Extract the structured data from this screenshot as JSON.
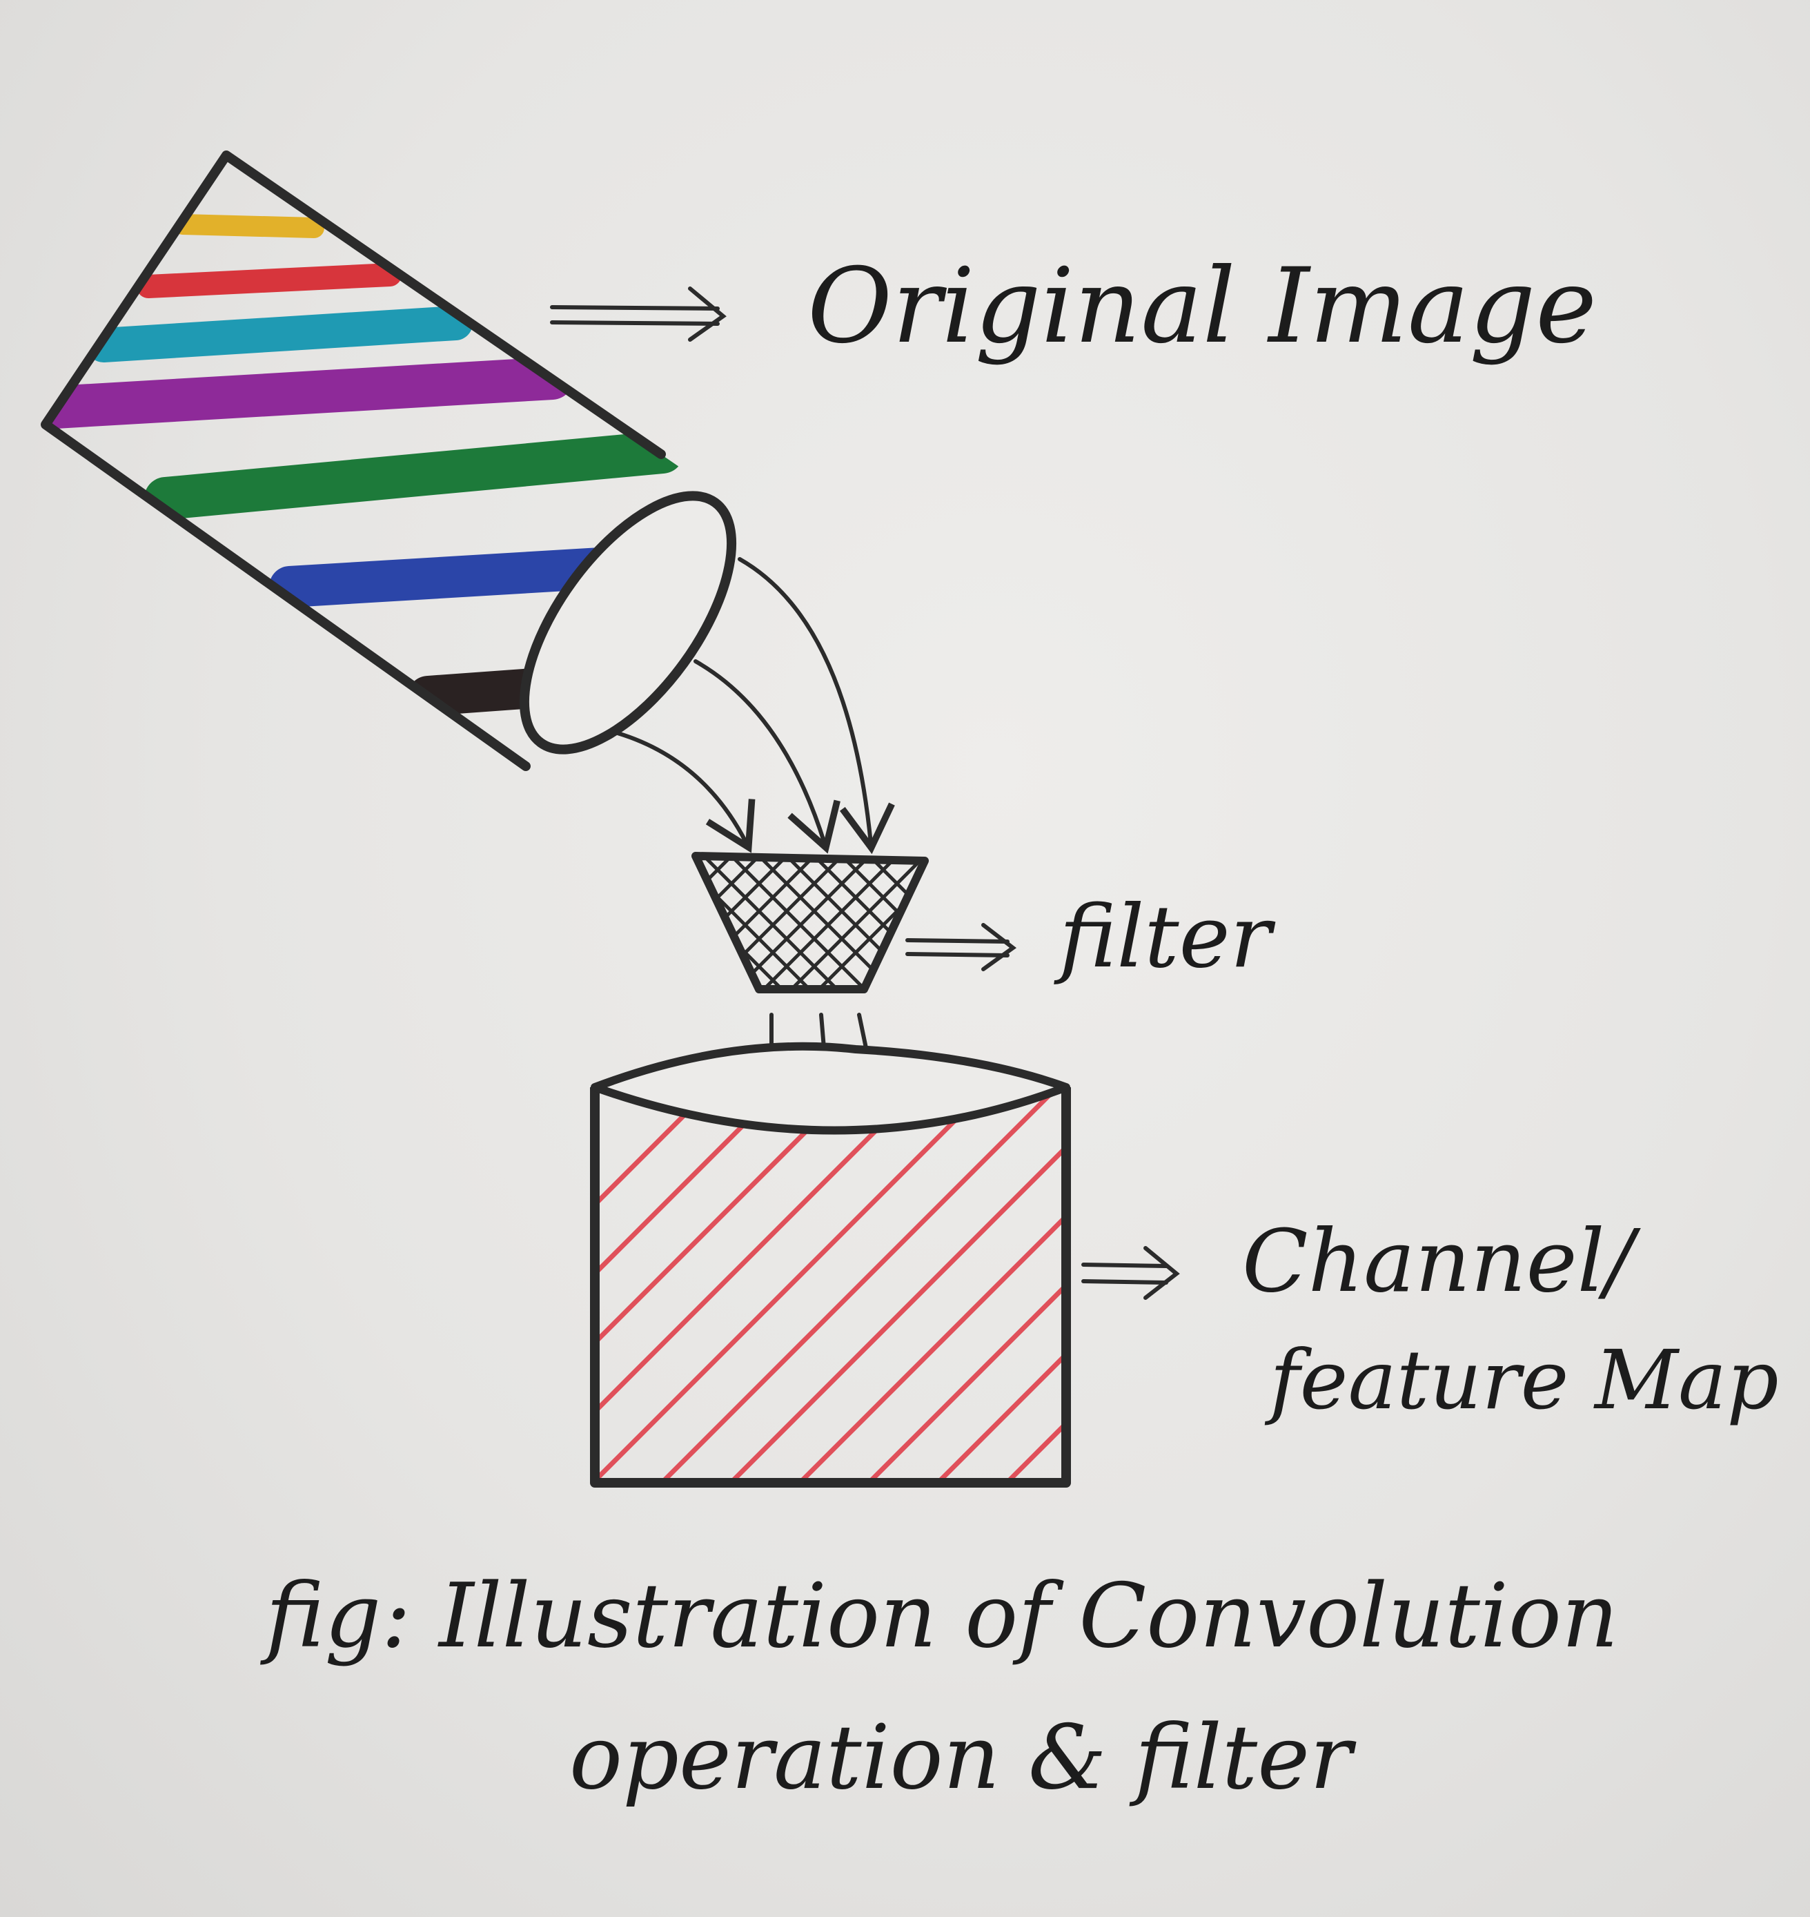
{
  "labels": {
    "original_image": "Original Image",
    "filter": "filter",
    "channel": "Channel/",
    "feature_map": "feature Map"
  },
  "caption": {
    "line1": "fig: Illustration of Convolution",
    "line2": "operation & filter"
  },
  "colors": {
    "ink": "#2b2b2b",
    "paper": "#e6e5e3",
    "stripes": [
      "#e2b12a",
      "#d7353c",
      "#1f9ab3",
      "#8e2a99",
      "#1d7a3a",
      "#2b45a8",
      "#2a2222"
    ],
    "hatch_red": "#e0505a"
  }
}
